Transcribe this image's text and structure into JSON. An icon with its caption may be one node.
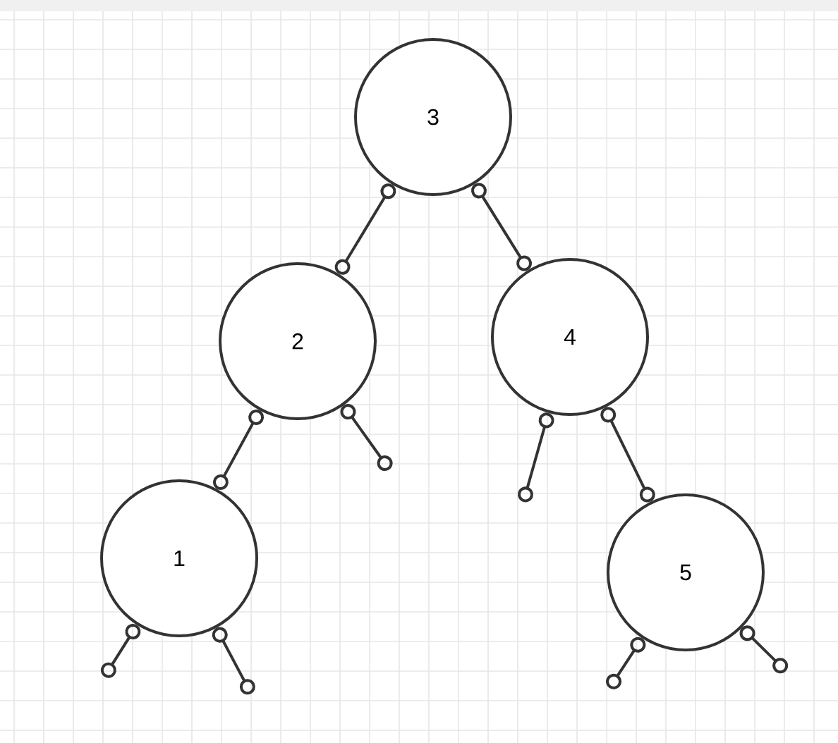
{
  "diagram": {
    "nodes": [
      {
        "text": [
          "3"
        ]
      },
      {
        "text": [
          "2"
        ]
      },
      {
        "text": [
          "4"
        ]
      },
      {
        "text": [
          "1"
        ]
      },
      {
        "text": [
          "5"
        ]
      }
    ],
    "edges": [
      {
        "from": 0,
        "to": 1,
        "arrow": "other"
      },
      {
        "from": 0,
        "to": 2,
        "arrow": "other"
      },
      {
        "from": 1,
        "to": 3,
        "arrow": "other"
      },
      {
        "from": 1,
        "to": null,
        "arrow": "other"
      },
      {
        "from": 2,
        "to": null,
        "arrow": "other"
      },
      {
        "from": 2,
        "to": 4,
        "arrow": "other"
      },
      {
        "from": 3,
        "to": null,
        "arrow": "other"
      },
      {
        "from": 3,
        "to": null,
        "arrow": "other"
      },
      {
        "from": 4,
        "to": null,
        "arrow": "other"
      },
      {
        "from": 4,
        "to": null,
        "arrow": "other"
      }
    ]
  }
}
